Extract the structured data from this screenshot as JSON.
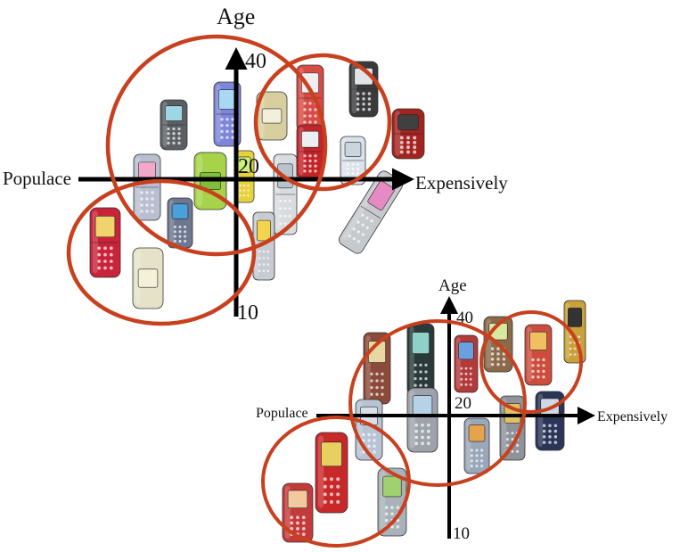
{
  "colors": {
    "axis": "#000000",
    "circle": "#c8401e",
    "background": "#ffffff"
  },
  "maps": [
    {
      "axis_y_label": "Age",
      "axis_x_left_label": "Populace",
      "axis_x_right_label": "Expensively",
      "tick_top": "40",
      "tick_mid": "20",
      "tick_bottom": "10",
      "phones": [
        {
          "kind": "flip",
          "body": "#5b5f63",
          "screen": "#9fd6e6"
        },
        {
          "kind": "flip",
          "body": "#7d86d8",
          "screen": "#a9d8f2"
        },
        {
          "kind": "clam",
          "body": "#d8cfa0",
          "screen": "#f3efdb"
        },
        {
          "kind": "flip",
          "body": "#d84a44",
          "screen": "#f0eef0"
        },
        {
          "kind": "flip",
          "body": "#3a3a3c",
          "screen": "#dfe6e8"
        },
        {
          "kind": "flip",
          "body": "#a3231f",
          "screen": "#404040"
        },
        {
          "kind": "flip",
          "body": "#b9bfd1",
          "screen": "#f2a9c9"
        },
        {
          "kind": "clam",
          "body": "#a6d34a",
          "screen": "#7fbf3a"
        },
        {
          "kind": "bar",
          "body": "#e7d23e",
          "screen": "#caf07a"
        },
        {
          "kind": "flip",
          "body": "#d9dcdf",
          "screen": "#b8c4cc"
        },
        {
          "kind": "flip",
          "body": "#c3242a",
          "screen": "#eceff1"
        },
        {
          "kind": "flip",
          "body": "#dbe2ea",
          "screen": "#cbd5de"
        },
        {
          "kind": "flip",
          "body": "#c6cacd",
          "screen": "#e58bc4"
        },
        {
          "kind": "flip",
          "body": "#c9233a",
          "screen": "#f1d36d"
        },
        {
          "kind": "bar",
          "body": "#6d7790",
          "screen": "#4aa0d8"
        },
        {
          "kind": "clam",
          "body": "#e6e2c8",
          "screen": "#f5f1d9"
        },
        {
          "kind": "bar",
          "body": "#c7ccd3",
          "screen": "#f4d44c"
        }
      ]
    },
    {
      "axis_y_label": "Age",
      "axis_x_left_label": "Populace",
      "axis_x_right_label": "Expensively",
      "tick_top": "40",
      "tick_mid": "20",
      "tick_bottom": "10",
      "phones": [
        {
          "kind": "bar",
          "body": "#8c4a3a",
          "screen": "#e8d7a0"
        },
        {
          "kind": "bar",
          "body": "#2a3a3a",
          "screen": "#8fd0c8"
        },
        {
          "kind": "bar",
          "body": "#b23a3a",
          "screen": "#6aa0e0"
        },
        {
          "kind": "bar",
          "body": "#9ea3ab",
          "screen": "#b6d2e8"
        },
        {
          "kind": "bar",
          "body": "#8b6a4a",
          "screen": "#d8e8a0"
        },
        {
          "kind": "bar",
          "body": "#c9a13a",
          "screen": "#333333"
        },
        {
          "kind": "bar",
          "body": "#cc4d3d",
          "screen": "#f0c060"
        },
        {
          "kind": "bar",
          "body": "#8e9299",
          "screen": "#e0c060"
        },
        {
          "kind": "bar",
          "body": "#b8c4d4",
          "screen": "#d8e0ea"
        },
        {
          "kind": "bar",
          "body": "#9aa7b8",
          "screen": "#e6a34c"
        },
        {
          "kind": "bar",
          "body": "#5b6780",
          "screen": "#e8ecf0"
        },
        {
          "kind": "bar",
          "body": "#2a3558",
          "screen": "#d0d8e4"
        },
        {
          "kind": "bar",
          "body": "#c8282a",
          "screen": "#e8d060"
        },
        {
          "kind": "bar",
          "body": "#c43a3a",
          "screen": "#f2c8a0"
        },
        {
          "kind": "bar",
          "body": "#a8b2b8",
          "screen": "#a0d070"
        }
      ]
    }
  ]
}
